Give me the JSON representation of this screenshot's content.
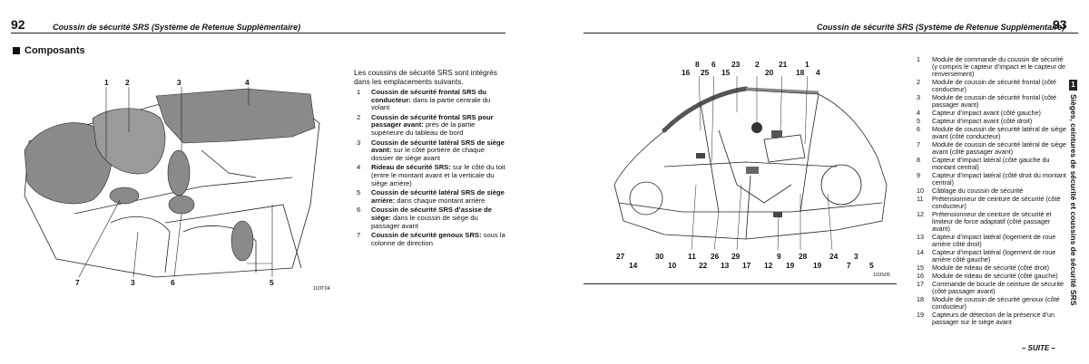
{
  "left_page": {
    "page_number": "92",
    "running_head": "Coussin de sécurité SRS (Système de Retenue Supplémentaire)",
    "section_title": "Composants",
    "figure_code": "103T04",
    "callouts_top": [
      "1",
      "2",
      "3",
      "4"
    ],
    "callouts_bottom": [
      "7",
      "3",
      "6",
      "5"
    ],
    "intro": "Les coussins de sécurité SRS sont intégrés dans les emplacements suivants.",
    "items": [
      {
        "num": "1",
        "bold": "Coussin de sécurité frontal SRS du conducteur:",
        "text": " dans la partie centrale du volant"
      },
      {
        "num": "2",
        "bold": "Coussin de sécurité frontal SRS pour passager avant:",
        "text": " près de la partie supérieure du tableau de bord"
      },
      {
        "num": "3",
        "bold": "Coussin de sécurité latéral SRS de siège avant:",
        "text": " sur le côté portière de chaque dossier de siège avant"
      },
      {
        "num": "4",
        "bold": "Rideau de sécurité SRS:",
        "text": " sur le côté du toit (entre le montant avant et la verticale du siège arrière)"
      },
      {
        "num": "5",
        "bold": "Coussin de sécurité latéral SRS de siège arrière:",
        "text": " dans chaque montant arrière"
      },
      {
        "num": "6",
        "bold": "Coussin de sécurité SRS d’assise de siège:",
        "text": " dans le coussin de siège du passager avant"
      },
      {
        "num": "7",
        "bold": "Coussin de sécurité genoux SRS:",
        "text": " sous la colonne de direction"
      }
    ]
  },
  "right_page": {
    "page_number": "93",
    "running_head": "Coussin de sécurité SRS (Système de Retenue Supplémentaire)",
    "figure_code": "103S05",
    "chapter_tab": "1",
    "side_title": "Sièges, ceintures de sécurité et coussins de sécurité SRS",
    "callouts_top_row1": [
      "8",
      "6",
      "23",
      "2",
      "21",
      "1"
    ],
    "callouts_top_row2": [
      "16",
      "25",
      "15",
      "20",
      "18",
      "4"
    ],
    "callouts_bottom_row1": [
      "27",
      "30",
      "11",
      "26",
      "29",
      "9",
      "28",
      "24",
      "3"
    ],
    "callouts_bottom_row2": [
      "14",
      "10",
      "22",
      "13",
      "17",
      "12",
      "19",
      "19",
      "7",
      "5"
    ],
    "items": [
      {
        "num": "1",
        "text": "Module de commande du coussin de sécurité (y compris le capteur d’impact et le capteur de renversement)"
      },
      {
        "num": "2",
        "text": "Module de coussin de sécurité frontal (côté conducteur)"
      },
      {
        "num": "3",
        "text": "Module de coussin de sécurité frontal (côté passager avant)"
      },
      {
        "num": "4",
        "text": "Capteur d’impact avant (côté gauche)"
      },
      {
        "num": "5",
        "text": "Capteur d’impact avant (côté droit)"
      },
      {
        "num": "6",
        "text": "Module de coussin de sécurité latéral de siège avant (côté conducteur)"
      },
      {
        "num": "7",
        "text": "Module de coussin de sécurité latéral de siège avant (côté passager avant)"
      },
      {
        "num": "8",
        "text": "Capteur d’impact latéral (côté gauche du montant central)"
      },
      {
        "num": "9",
        "text": "Capteur d’impact latéral (côté droit du montant central)"
      },
      {
        "num": "10",
        "text": "Câblage du coussin de sécurité"
      },
      {
        "num": "11",
        "text": "Prétensionneur de ceinture de sécurité (côté conducteur)"
      },
      {
        "num": "12",
        "text": "Prétensionneur de ceinture de sécurité et limiteur de force adaptatif (côté passager avant)"
      },
      {
        "num": "13",
        "text": "Capteur d’impact latéral (logement de roue arrière côté droit)"
      },
      {
        "num": "14",
        "text": "Capteur d’impact latéral (logement de roue arrière côté gauche)"
      },
      {
        "num": "15",
        "text": "Module de rideau de sécurité (côté droit)"
      },
      {
        "num": "16",
        "text": "Module de rideau de sécurité (côté gauche)"
      },
      {
        "num": "17",
        "text": "Commande de boucle de ceinture de sécurité (côté passager avant)"
      },
      {
        "num": "18",
        "text": "Module de coussin de sécurité genoux (côté conducteur)"
      },
      {
        "num": "19",
        "text": "Capteurs de détection de la présence d’un passager sur le siège avant"
      }
    ],
    "suite": "– SUITE –"
  }
}
